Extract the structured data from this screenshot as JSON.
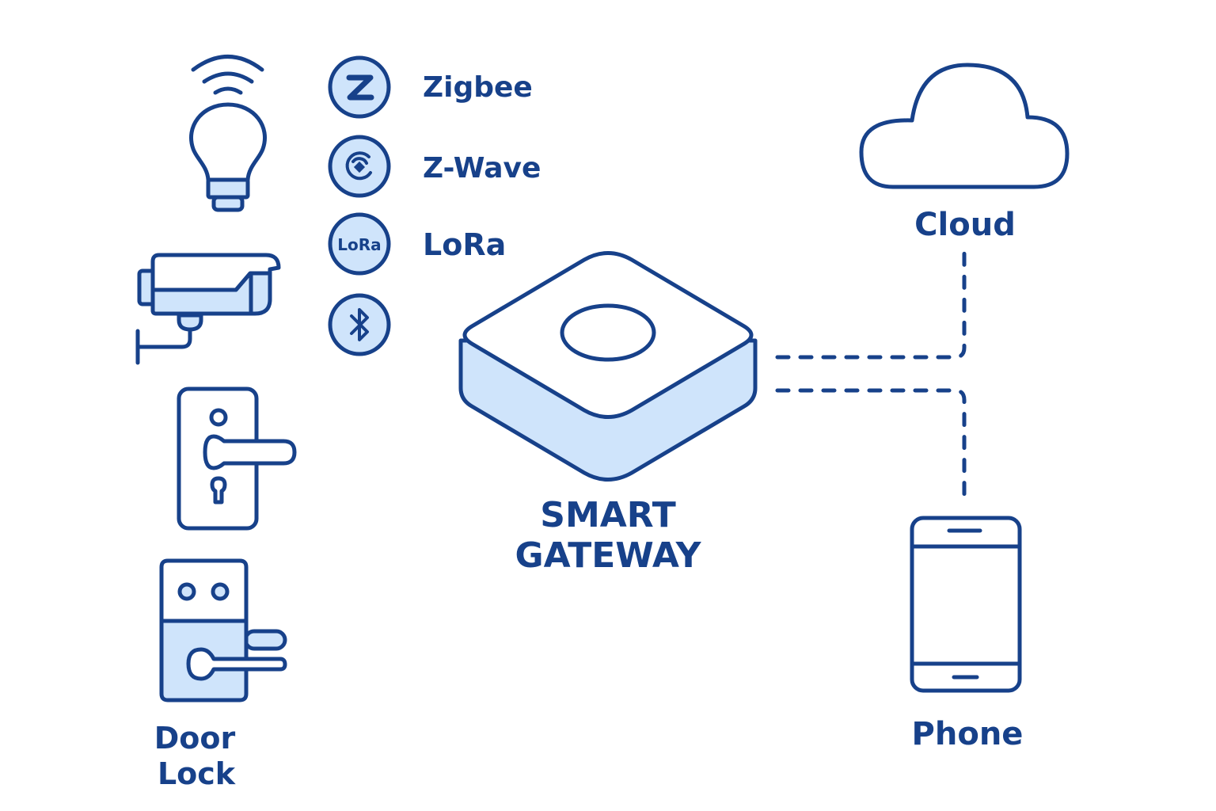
{
  "colors": {
    "stroke": "#17418a",
    "fill": "#cfe4fb",
    "background": "#ffffff"
  },
  "protocols": [
    {
      "name": "Zigbee",
      "icon": "zigbee-icon",
      "badge_text": "Z"
    },
    {
      "name": "Z-Wave",
      "icon": "zwave-icon",
      "badge_text": ""
    },
    {
      "name": "LoRa",
      "icon": "lora-icon",
      "badge_text": "LoRa"
    },
    {
      "name": "",
      "icon": "bluetooth-icon",
      "badge_text": ""
    }
  ],
  "devices": [
    {
      "icon": "smart-bulb-icon",
      "label": ""
    },
    {
      "icon": "security-camera-icon",
      "label": ""
    },
    {
      "icon": "door-handle-icon",
      "label": ""
    },
    {
      "icon": "smart-door-lock-icon",
      "label_line1": "Door",
      "label_line2": "Lock"
    }
  ],
  "gateway": {
    "label_line1": "SMART",
    "label_line2": "GATEWAY"
  },
  "endpoints": {
    "cloud": {
      "label": "Cloud"
    },
    "phone": {
      "label": "Phone"
    }
  },
  "connections": [
    {
      "from": "gateway",
      "to": "cloud",
      "style": "dashed"
    },
    {
      "from": "gateway",
      "to": "phone",
      "style": "dashed"
    }
  ]
}
